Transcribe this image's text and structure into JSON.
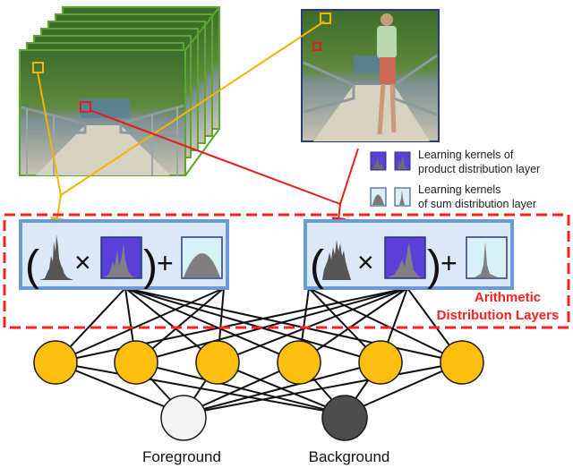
{
  "legend": {
    "product_kernels_line1": "Learning kernels of",
    "product_kernels_line2": "product distribution layer",
    "sum_kernels_line1": "Learning kernels",
    "sum_kernels_line2": "of sum distribution layer"
  },
  "layer_label": {
    "line1": "Arithmetic",
    "line2": "Distribution Layers"
  },
  "formula": {
    "open_paren": "(",
    "times": "×",
    "close_paren": ")",
    "plus": "+"
  },
  "outputs": {
    "foreground": "Foreground",
    "background": "Background"
  },
  "colors": {
    "frame_border": "#5aa832",
    "image_border": "#2b3a7a",
    "yellow_line": "#f5b400",
    "red_line": "#e41e1e",
    "dashed_box": "#ff2020",
    "formula_box": "#6b9bd6",
    "formula_fill": "#dbe8f7",
    "product_kernel_fill": "#5a3fd8",
    "sum_kernel_fill": "#d7f1f6",
    "node_fill": "#fcbf10",
    "foreground_node": "#f4f4f4",
    "background_node": "#4d4d4d",
    "label_red": "#ff2020"
  }
}
